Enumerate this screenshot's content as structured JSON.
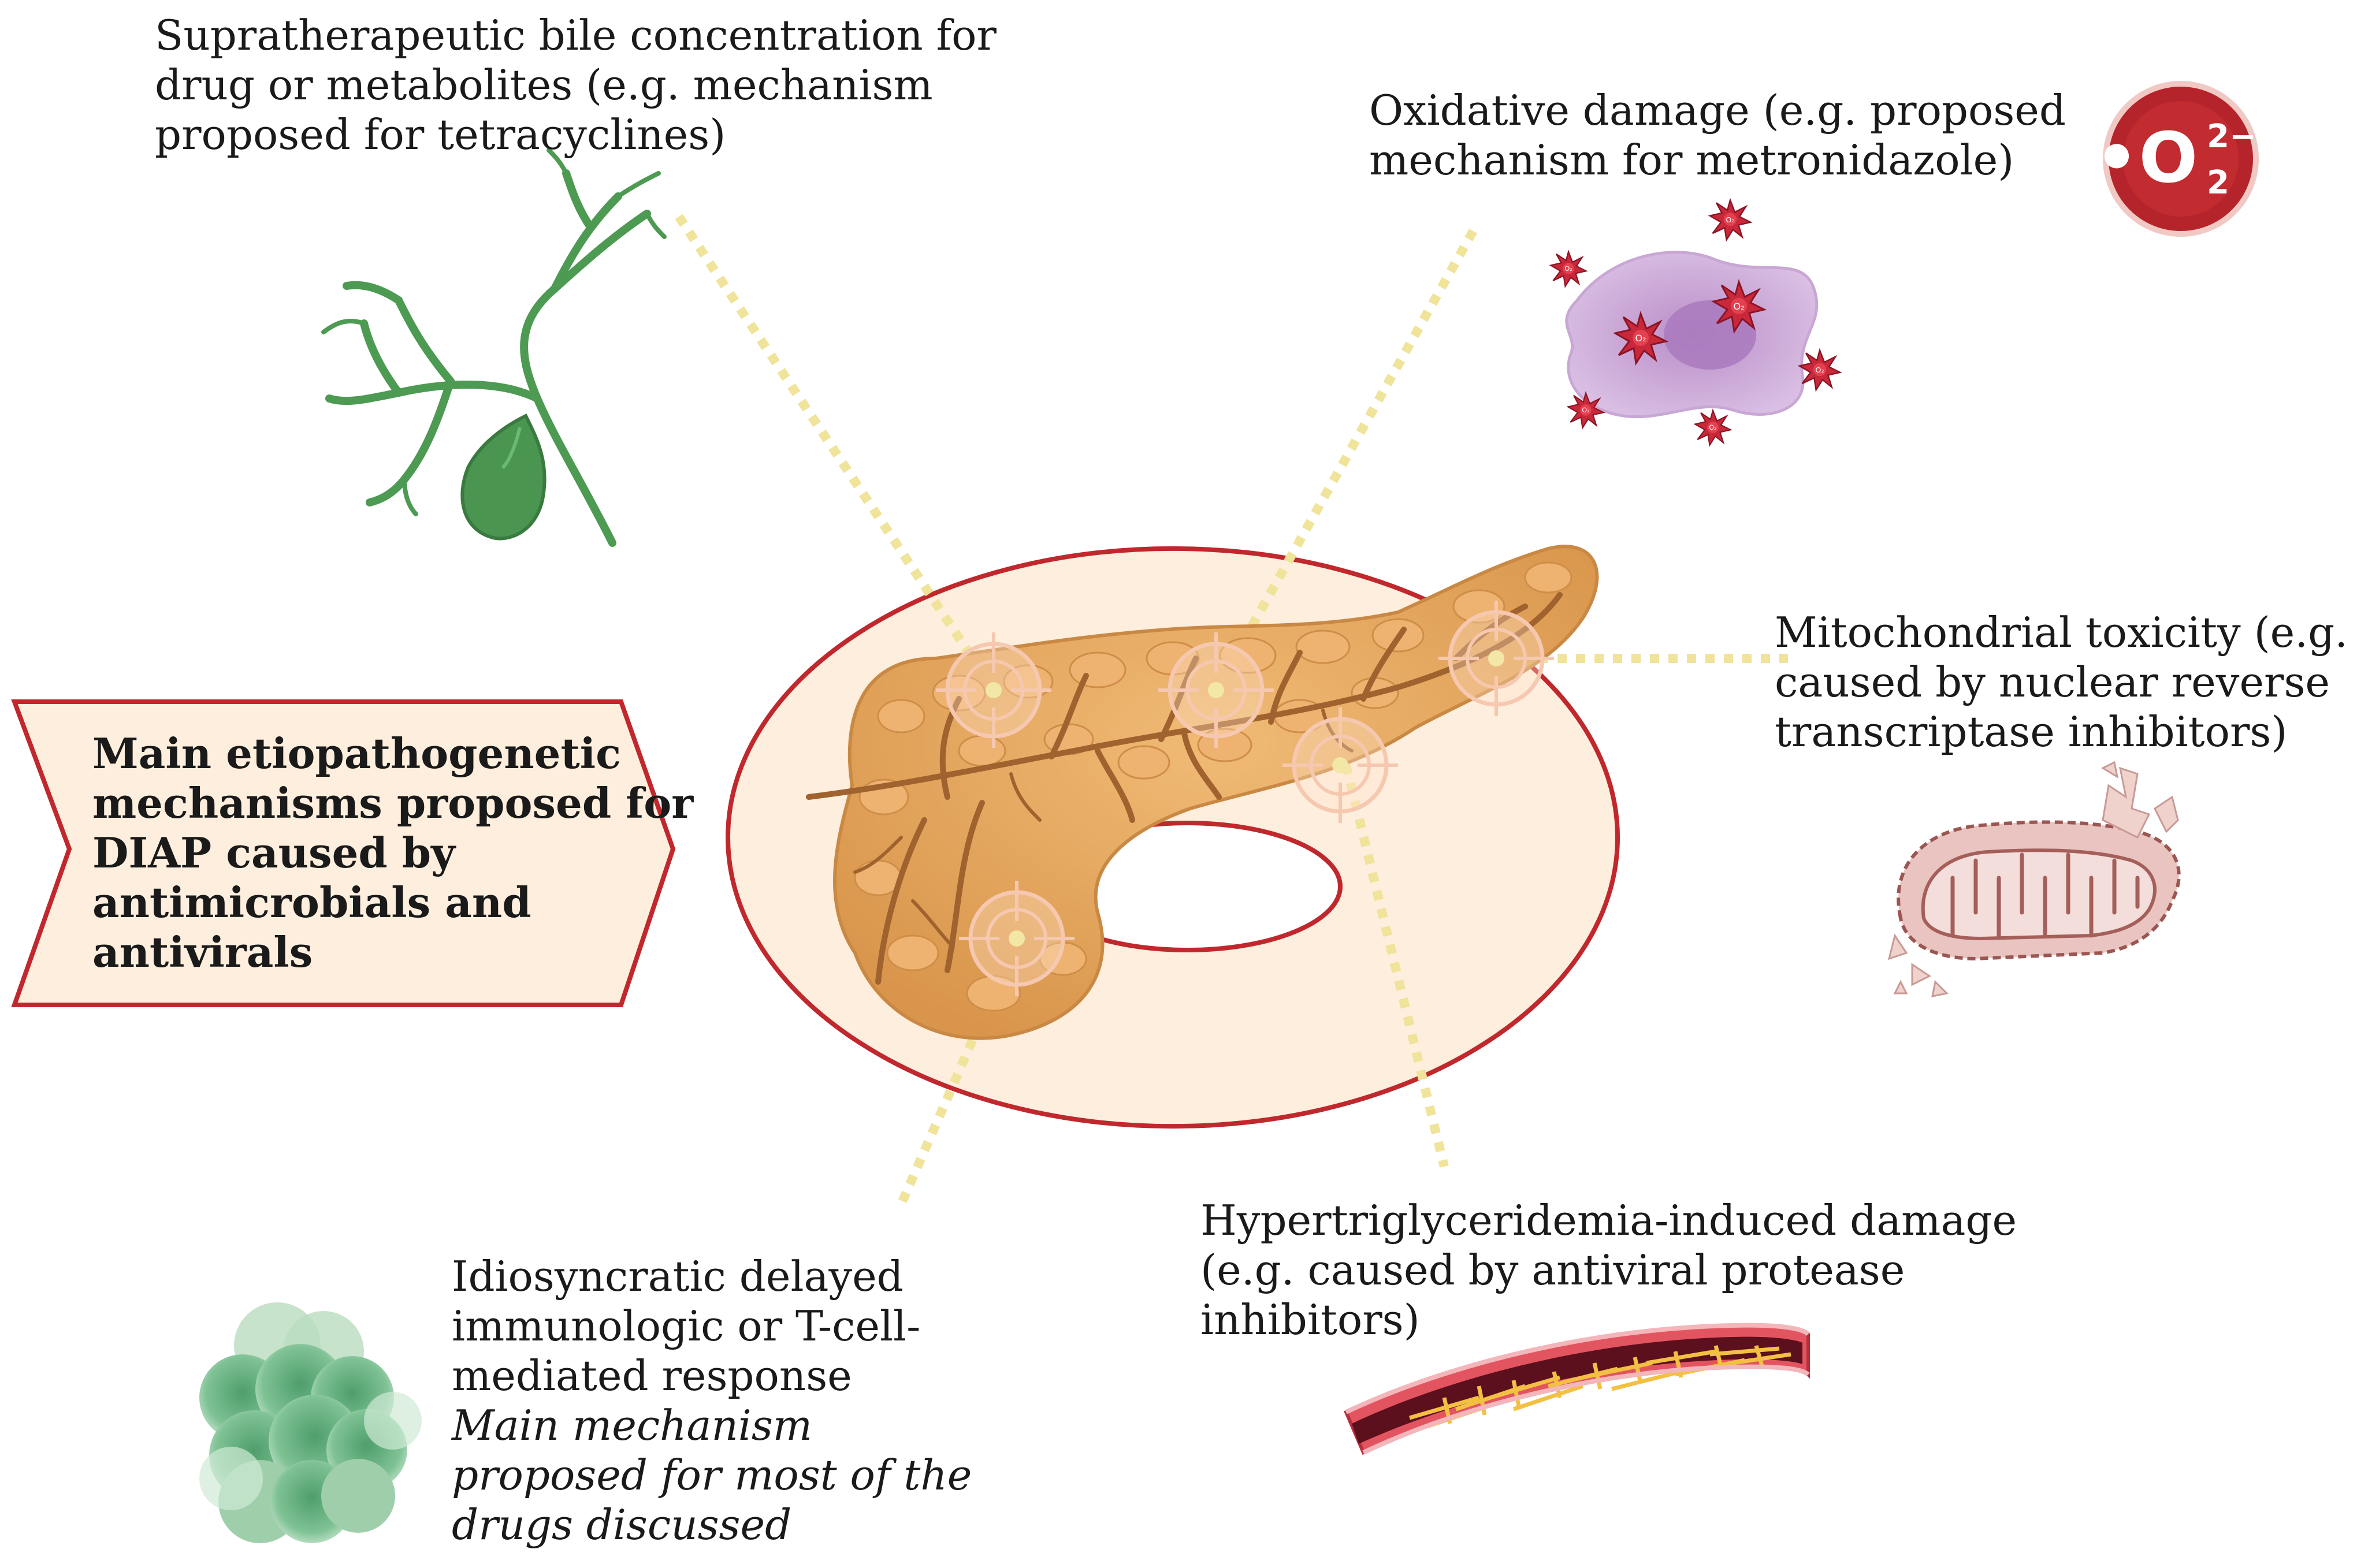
{
  "center_box": {
    "lines": [
      "Main etiopathogenetic",
      "mechanisms proposed for",
      "DIAP caused by",
      "antimicrobials and",
      "antivirals"
    ]
  },
  "mechanisms": {
    "bile": {
      "lines": [
        "Supratherapeutic bile concentration for",
        "drug or metabolites (e.g. mechanism",
        "proposed for tetracyclines)"
      ]
    },
    "oxidative": {
      "lines": [
        "Oxidative damage (e.g. proposed",
        "mechanism for metronidazole)"
      ],
      "badge_symbol": "•O",
      "badge_superscript": "2−",
      "badge_subscript": "2",
      "radical_symbol": "O₂"
    },
    "mitochondrial": {
      "lines": [
        "Mitochondrial toxicity (e.g.",
        "caused by nuclear reverse",
        "transcriptase inhibitors)"
      ]
    },
    "hypertriglyceridemia": {
      "lines": [
        "Hypertriglyceridemia-induced damage",
        "(e.g. caused by antiviral protease",
        "inhibitors)"
      ]
    },
    "idiosyncratic": {
      "lines": [
        "Idiosyncratic delayed",
        "immunologic or T-cell-",
        "mediated response"
      ],
      "italic_lines": [
        "Main mechanism",
        "proposed for most of the",
        "drugs discussed"
      ]
    }
  },
  "icons": [
    "gallbladder-biliary-tree-icon",
    "oxidative-stress-cell-icon",
    "superoxide-badge-icon",
    "mitochondrion-icon",
    "blood-vessel-lipids-icon",
    "t-cell-cluster-icon",
    "pancreas-icon",
    "target-icon"
  ],
  "colors": {
    "ring_fill": "#fdeedd",
    "ring_stroke": "#c0282d",
    "pancreas": "#e2a35c",
    "duct": "#a0622e",
    "dotted_line": "#f0e39a",
    "arrow_fill": "#fdeedd",
    "arrow_stroke": "#c0282d",
    "badge_red": "#b5242a",
    "gallbladder_green": "#4d9a52",
    "cell_purple": "#d6b4df",
    "mito_pink": "#e9c4c0",
    "tcell_green": "#6fb585"
  }
}
